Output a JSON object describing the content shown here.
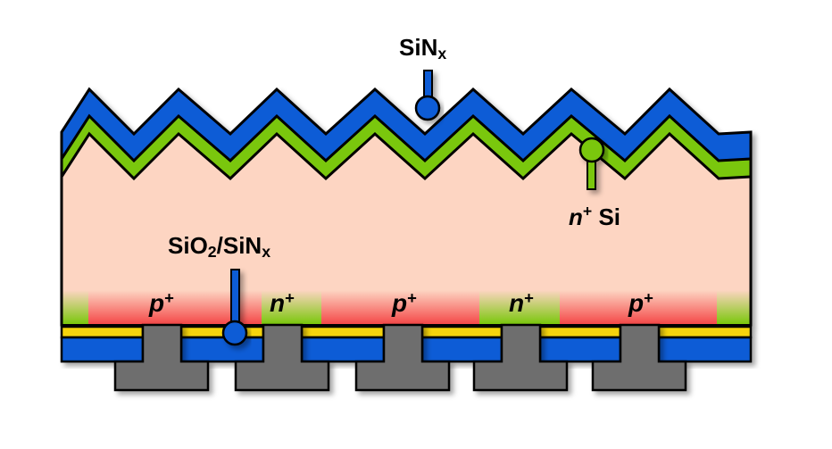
{
  "labels": {
    "top_sinx": {
      "main": "SiN",
      "sub": "x"
    },
    "n_plus_si": {
      "letter": "n",
      "sup": "+",
      "rest": " Si"
    },
    "sio2_sinx": {
      "a": "SiO",
      "a_sub": "2",
      "mid": "/SiN",
      "b_sub": "x"
    }
  },
  "regions": [
    {
      "letter": "p",
      "sup": "+"
    },
    {
      "letter": "n",
      "sup": "+"
    },
    {
      "letter": "p",
      "sup": "+"
    },
    {
      "letter": "n",
      "sup": "+"
    },
    {
      "letter": "p",
      "sup": "+"
    }
  ],
  "colors": {
    "sinx_blue": "#0a5bd6",
    "n_plus_green": "#7ac70c",
    "si_bulk": "#fdd5c2",
    "p_plus_red": "#f44848",
    "sio2_yellow": "#f5d40c",
    "metal_gray": "#6e6e6e",
    "outline": "#000000"
  }
}
